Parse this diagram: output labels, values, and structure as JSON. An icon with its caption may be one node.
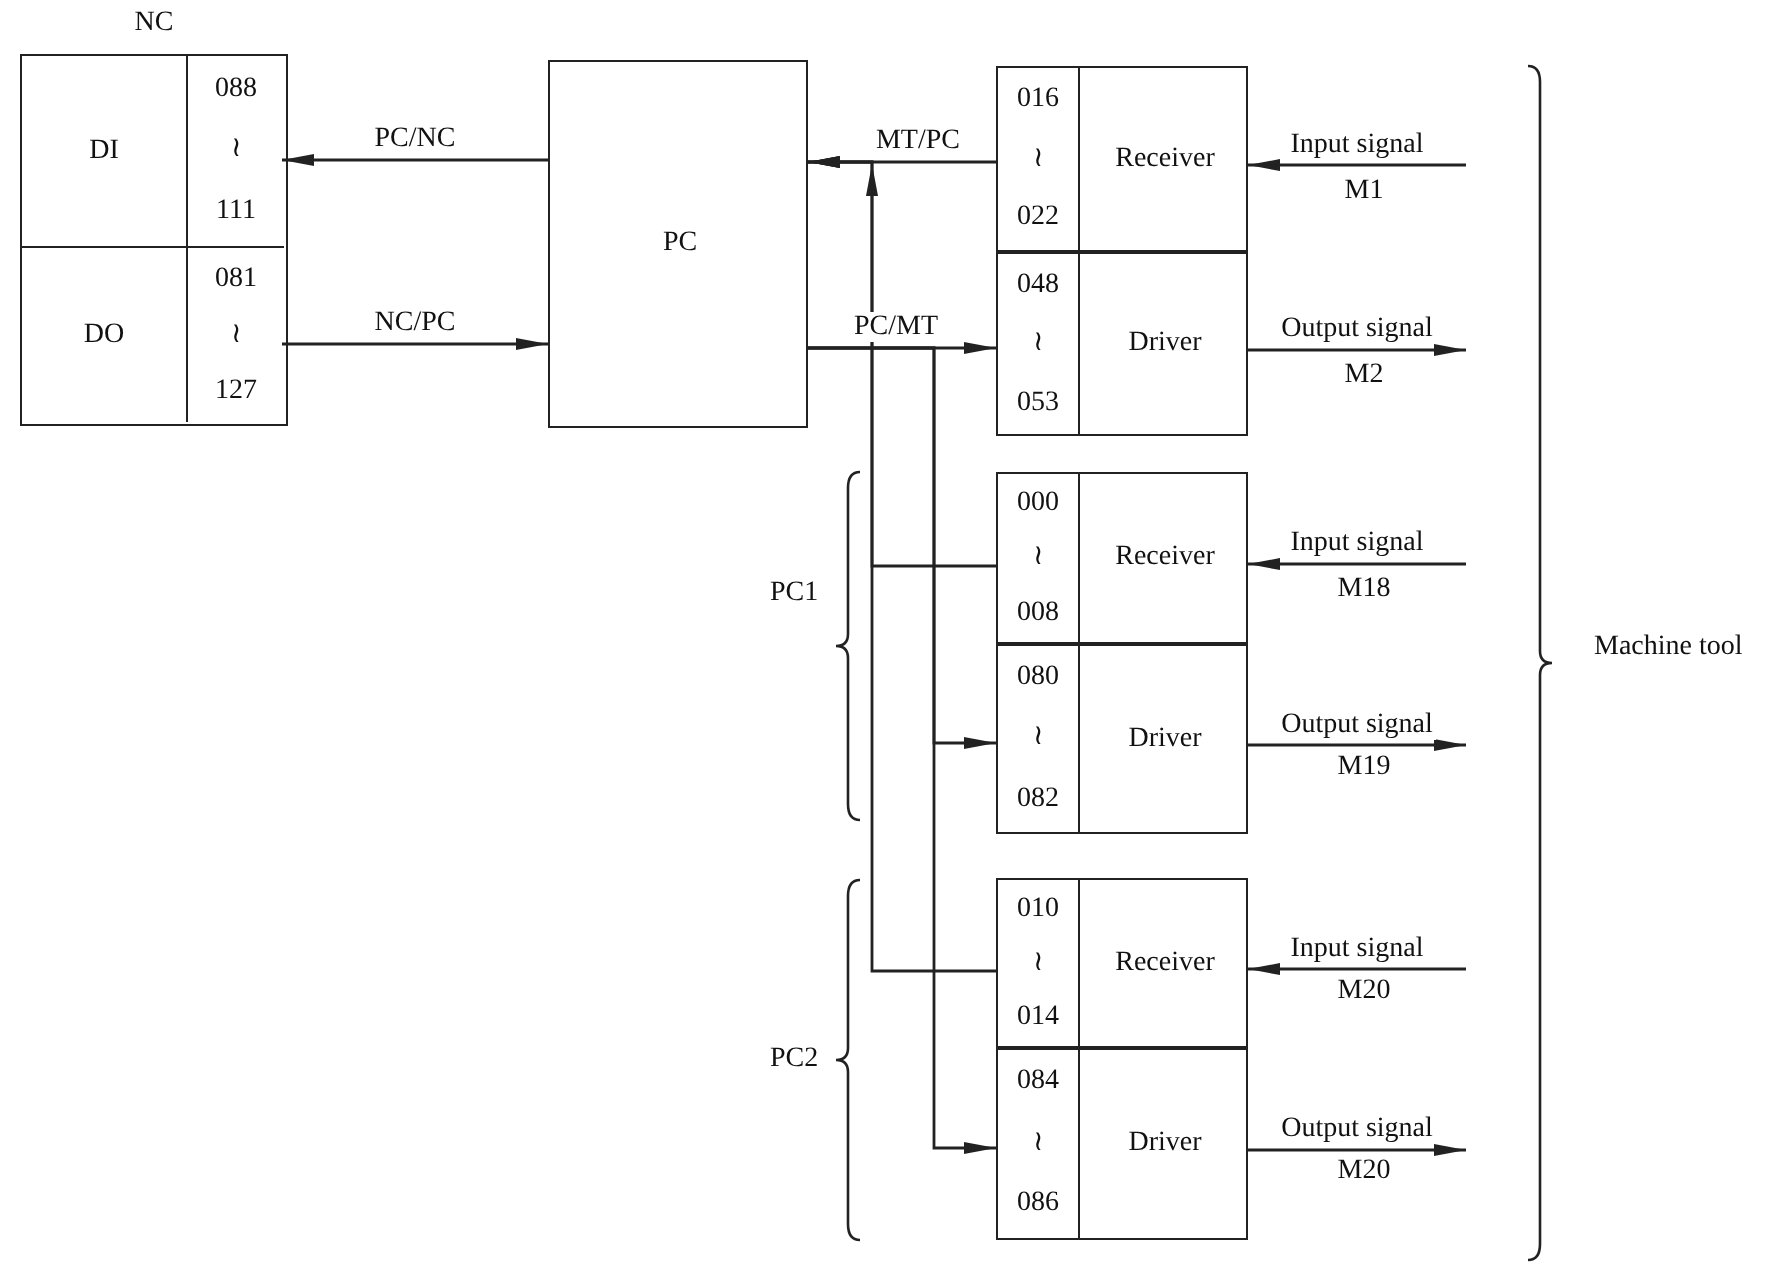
{
  "diagram": {
    "nodes": [
      {
        "text": [
          "NC"
        ]
      },
      {
        "text": [
          "DI",
          "088 ≀ 111"
        ],
        "in": 0
      },
      {
        "text": [
          "DO",
          "081 ≀ 127"
        ],
        "in": 0
      },
      {
        "text": [
          "PC"
        ]
      },
      {
        "text": [
          "016 ≀ 022",
          "Receiver"
        ]
      },
      {
        "text": [
          "048 ≀ 053",
          "Driver"
        ]
      },
      {
        "text": [
          "000 ≀ 008",
          "Receiver"
        ]
      },
      {
        "text": [
          "080 ≀ 082",
          "Driver"
        ]
      },
      {
        "text": [
          "010 ≀ 014",
          "Receiver"
        ]
      },
      {
        "text": [
          "084 ≀ 086",
          "Driver"
        ]
      }
    ],
    "edges": [
      {
        "from": 3,
        "to": 1,
        "arrow": "to",
        "label": "PC/NC"
      },
      {
        "from": 2,
        "to": 3,
        "arrow": "to",
        "label": "NC/PC"
      },
      {
        "from": 4,
        "to": 3,
        "arrow": "to",
        "label": "MT/PC"
      },
      {
        "from": 3,
        "to": 5,
        "arrow": "to",
        "label": "PC/MT"
      },
      {
        "from": 6,
        "to": 3,
        "arrow": "to"
      },
      {
        "from": 8,
        "to": 3,
        "arrow": "to"
      },
      {
        "from": 3,
        "to": 7,
        "arrow": "to"
      },
      {
        "from": 3,
        "to": 9,
        "arrow": "to"
      },
      {
        "from": null,
        "to": 4,
        "arrow": "to",
        "label": "Input signal"
      },
      {
        "from": 5,
        "to": null,
        "arrow": "to",
        "label": "Output signal"
      },
      {
        "from": null,
        "to": 6,
        "arrow": "to",
        "label": "Input signal"
      },
      {
        "from": 7,
        "to": null,
        "arrow": "to",
        "label": "Output signal"
      },
      {
        "from": null,
        "to": 8,
        "arrow": "to",
        "label": "Input signal"
      },
      {
        "from": 9,
        "to": null,
        "arrow": "to",
        "label": "Output signal"
      }
    ],
    "labels": [
      "M1",
      "M2",
      "M18",
      "PC1",
      "Machine tool",
      "M19",
      "M20",
      "PC2",
      "M20"
    ]
  }
}
